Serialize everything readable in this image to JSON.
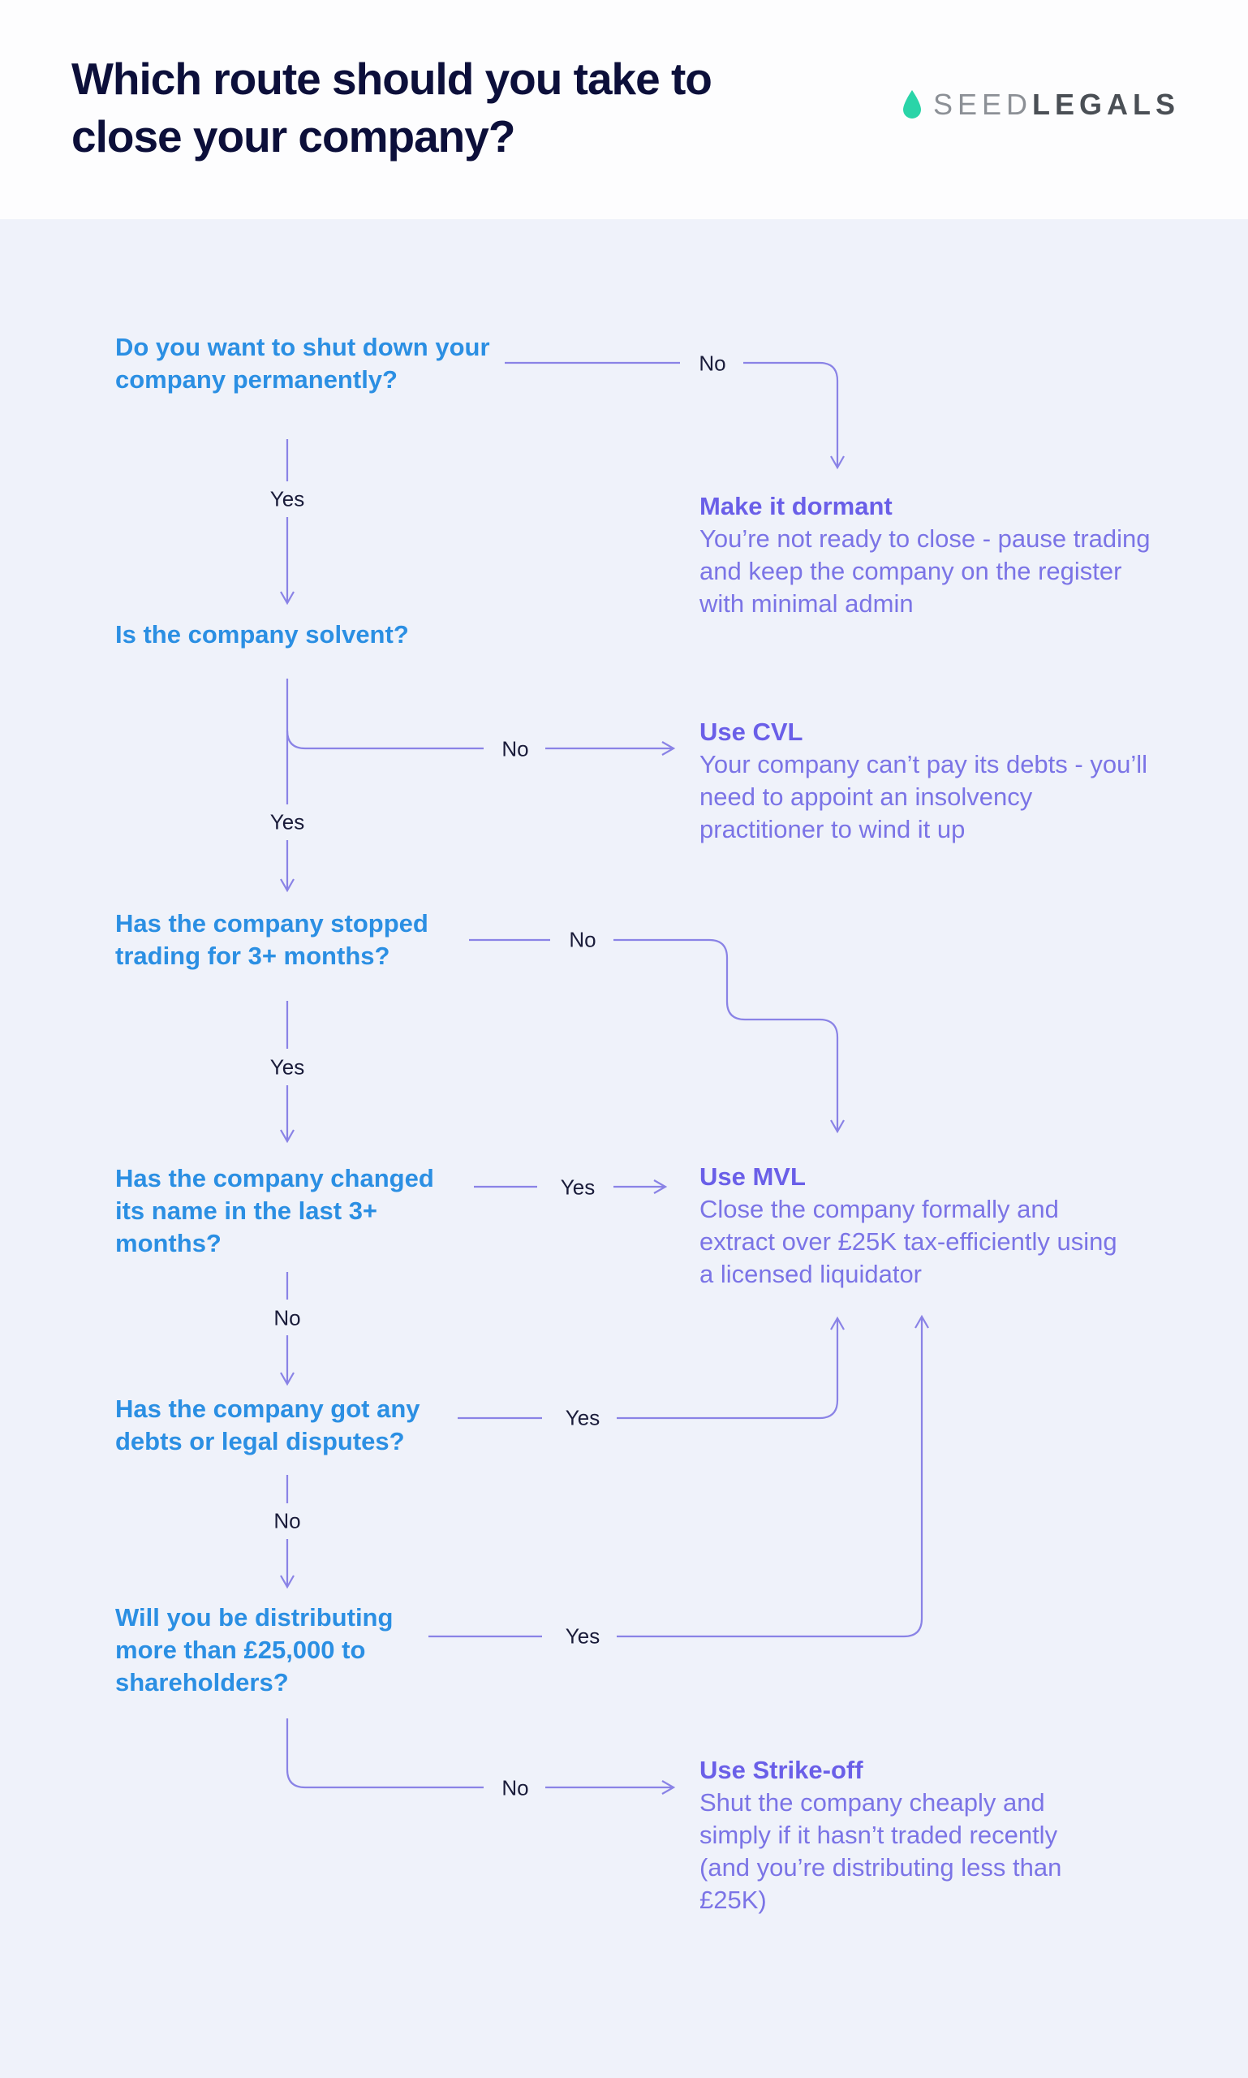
{
  "title": "Which route should you take to close your company?",
  "logo": {
    "part1": "SEED",
    "part2": "LEGALS",
    "drop_color": "#2ad4a8"
  },
  "questions": [
    "Do you want to shut down your company permanently?",
    "Is the company solvent?",
    "Has the company stopped trading for 3+ months?",
    "Has the company changed its name in the last 3+ months?",
    "Has the company got any debts or legal disputes?",
    "Will you be distributing more than £25,000 to shareholders?"
  ],
  "outcomes": [
    {
      "title": "Make it dormant",
      "desc": "You’re not ready to close - pause trading and keep the company on the register with minimal admin"
    },
    {
      "title": "Use CVL",
      "desc": "Your company can’t pay its debts - you’ll need to appoint an insolvency practitioner to wind it up"
    },
    {
      "title": "Use MVL",
      "desc": "Close the company formally and extract over £25K tax-efficiently using a licensed liquidator"
    },
    {
      "title": "Use Strike-off",
      "desc": "Shut the company cheaply and simply if it hasn’t traded recently (and you’re distributing less than £25K)"
    }
  ],
  "edge_labels": {
    "q1_no": "No",
    "q1_yes": "Yes",
    "q2_no": "No",
    "q2_yes": "Yes",
    "q3_no": "No",
    "q3_yes": "Yes",
    "q4_yes": "Yes",
    "q4_no": "No",
    "q5_yes": "Yes",
    "q5_no": "No",
    "q6_yes": "Yes",
    "q6_no": "No"
  },
  "colors": {
    "question": "#2b8fe3",
    "outcome_title": "#6a5fe8",
    "outcome_text": "#7b74e6",
    "connector": "#8a83e6",
    "title": "#0c0f3a"
  }
}
